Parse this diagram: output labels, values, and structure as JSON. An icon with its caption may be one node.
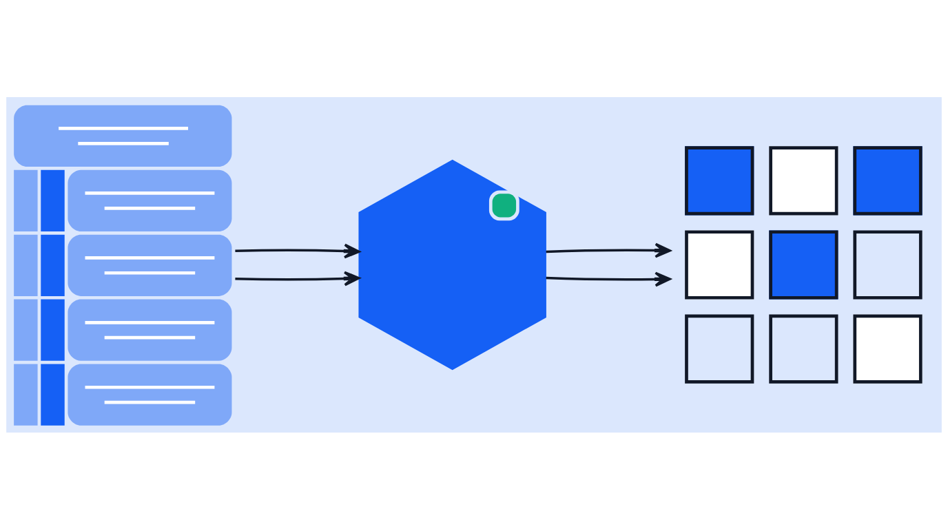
{
  "diagram": {
    "nodes": [
      {
        "text": [],
        "shape": "picture"
      },
      {
        "text": [],
        "shape": "hexagon"
      },
      {
        "text": [],
        "shape": "grid"
      }
    ],
    "edges": [
      {
        "from": 0,
        "to": 1,
        "arrow": "to"
      },
      {
        "from": 0,
        "to": 1,
        "arrow": "to"
      },
      {
        "from": 1,
        "to": 2,
        "arrow": "to"
      },
      {
        "from": 1,
        "to": 2,
        "arrow": "to"
      }
    ]
  }
}
